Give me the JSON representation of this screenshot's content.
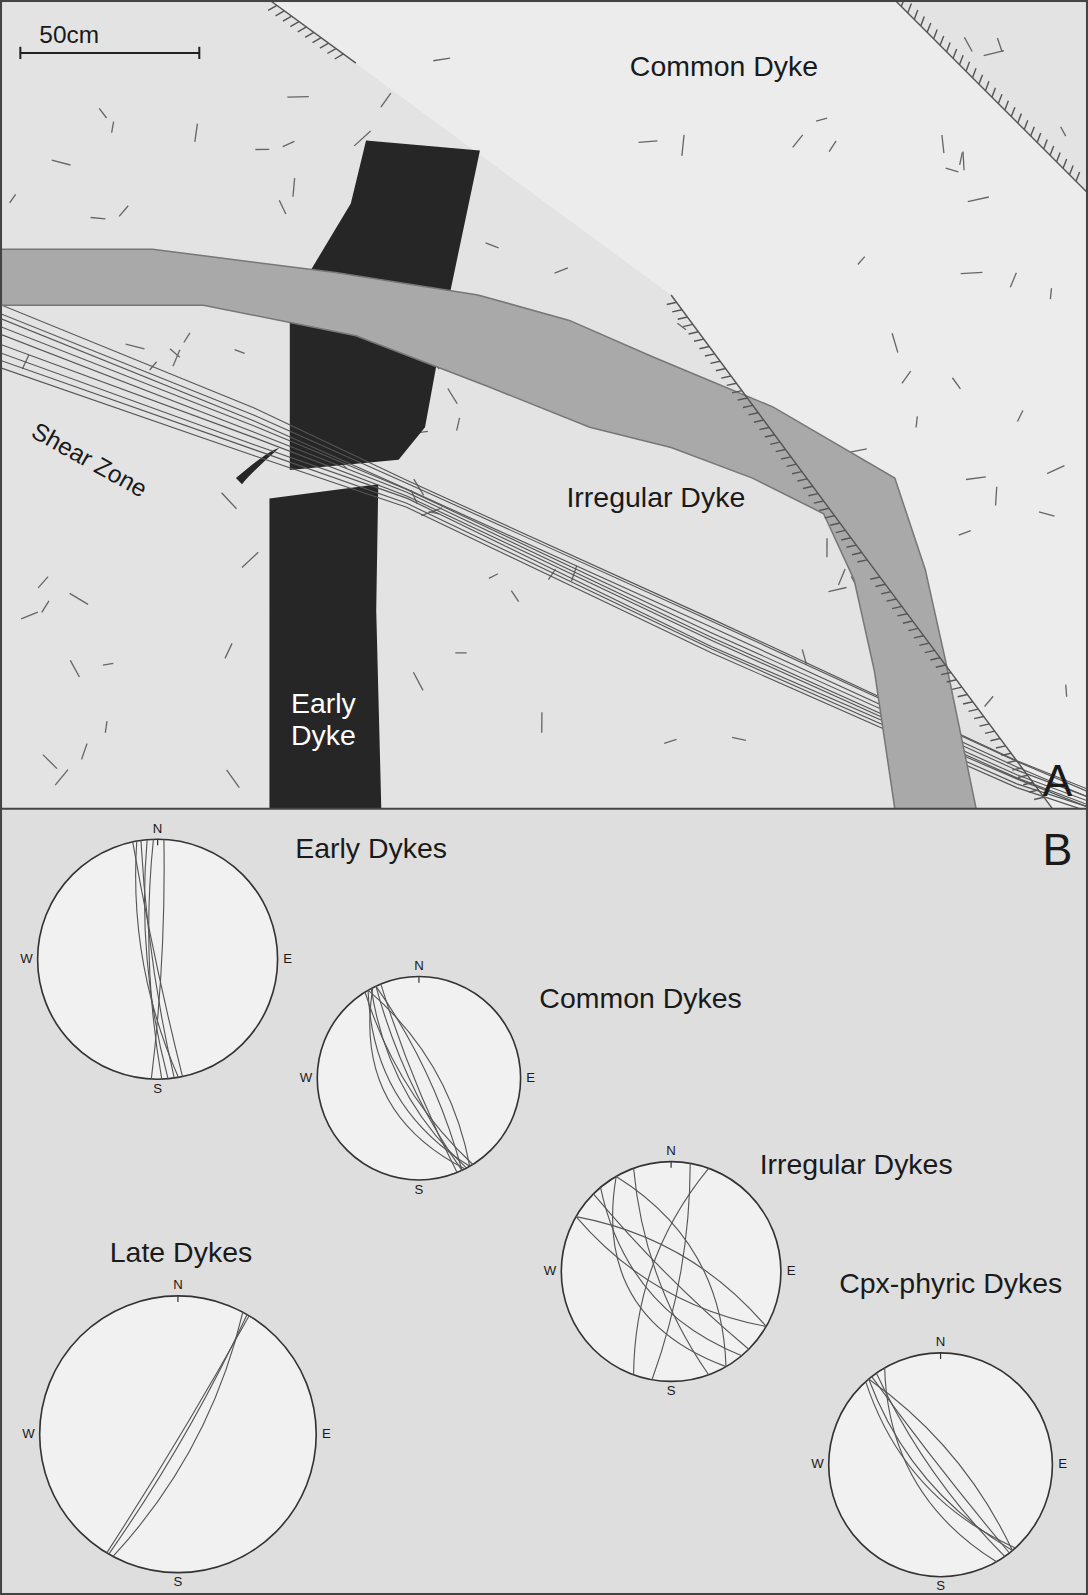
{
  "diagram": {
    "labels": [
      "50cm",
      "Common Dyke",
      "Shear Zone",
      "Irregular Dyke",
      "Early Dyke",
      "A",
      "B",
      "Early Dykes",
      "N",
      "W",
      "E",
      "S",
      "Common Dykes",
      "N",
      "W",
      "E",
      "S",
      "Irregular Dykes",
      "N",
      "W",
      "E",
      "S",
      "Late Dykes",
      "N",
      "W",
      "E",
      "S",
      "Cpx-phyric Dykes",
      "N",
      "W",
      "E",
      "S"
    ]
  }
}
